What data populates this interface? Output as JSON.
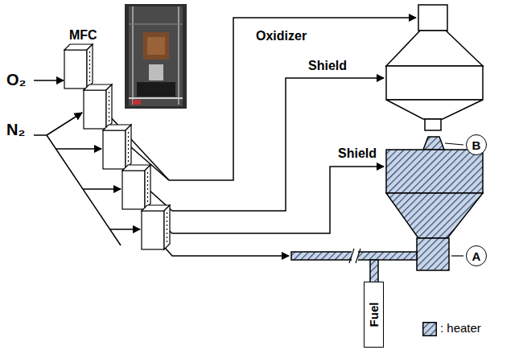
{
  "diagram": {
    "nodes": [
      {
        "text": [
          "B"
        ]
      },
      {
        "text": [
          "A"
        ]
      },
      {
        "text": [
          "Fuel"
        ]
      }
    ],
    "labels": [
      "MFC",
      "O₂",
      "N₂",
      "Oxidizer",
      "Shield",
      "Shield"
    ],
    "legend": [
      {
        "text": ": heater"
      }
    ]
  }
}
